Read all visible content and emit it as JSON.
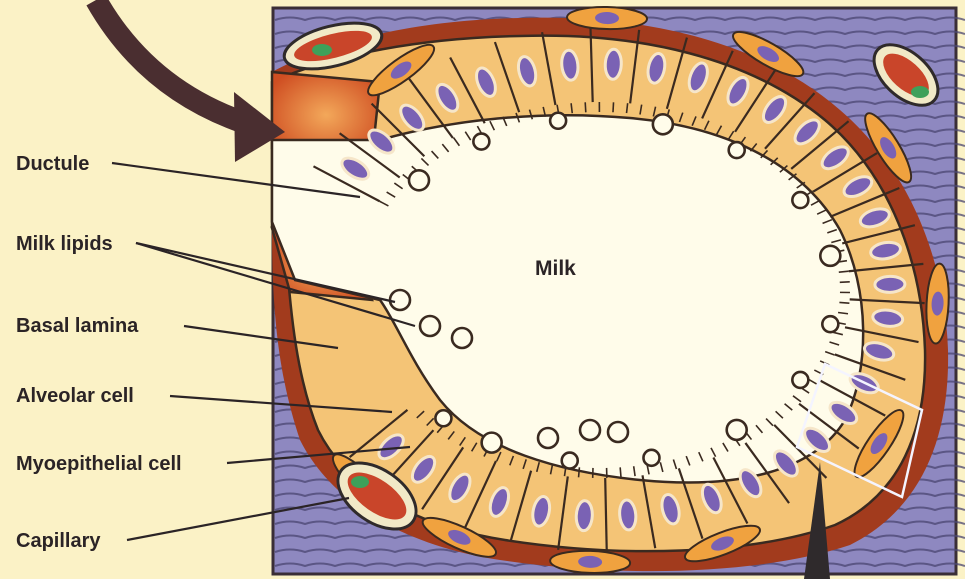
{
  "diagram": {
    "center_label": "Milk",
    "labels": {
      "ductule": "Ductule",
      "milk_lipids": "Milk lipids",
      "basal_lamina": "Basal lamina",
      "alveolar_cell": "Alveolar cell",
      "myoepithelial_cell": "Myoepithelial cell",
      "capillary": "Capillary"
    },
    "colors": {
      "background": "#fbf2c6",
      "connective_tissue": "#8e88c0",
      "basal_lamina": "#a23b1d",
      "alveolar_cell": "#f4c476",
      "nucleus": "#7a62b4",
      "milk": "#fffcea",
      "capillary": "#c9452a",
      "arrow": "#4a2e30"
    }
  }
}
